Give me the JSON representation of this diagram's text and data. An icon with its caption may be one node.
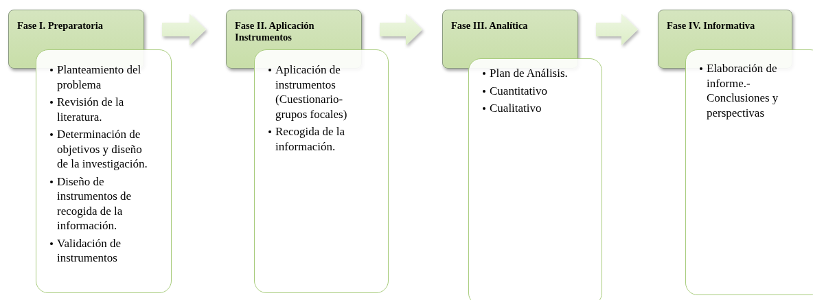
{
  "diagram": {
    "nodes": [
      {
        "text": [
          "Fase I. Preparatoria"
        ]
      },
      {
        "text": [
          "Planteamiento del problema",
          "Revisión de la literatura.",
          "Determinación de objetivos y diseño de la investigación.",
          "Diseño de instrumentos de recogida de la información.",
          "Validación de instrumentos"
        ]
      },
      {
        "text": [
          "Fase II. Aplicación Instrumentos"
        ]
      },
      {
        "text": [
          "Aplicación de instrumentos (Cuestionario-grupos focales)",
          "Recogida de la información."
        ]
      },
      {
        "text": [
          "Fase III. Analítica"
        ]
      },
      {
        "text": [
          "Plan de Análisis.",
          "Cuantitativo",
          "Cualitativo"
        ]
      },
      {
        "text": [
          "Fase IV. Informativa"
        ]
      },
      {
        "text": [
          "Elaboración de informe.- Conclusiones y perspectivas"
        ]
      }
    ],
    "edges": [
      {
        "from": 0,
        "to": 2,
        "arrow": "to"
      },
      {
        "from": 2,
        "to": 4,
        "arrow": "to"
      },
      {
        "from": 4,
        "to": 6,
        "arrow": "to"
      }
    ]
  }
}
